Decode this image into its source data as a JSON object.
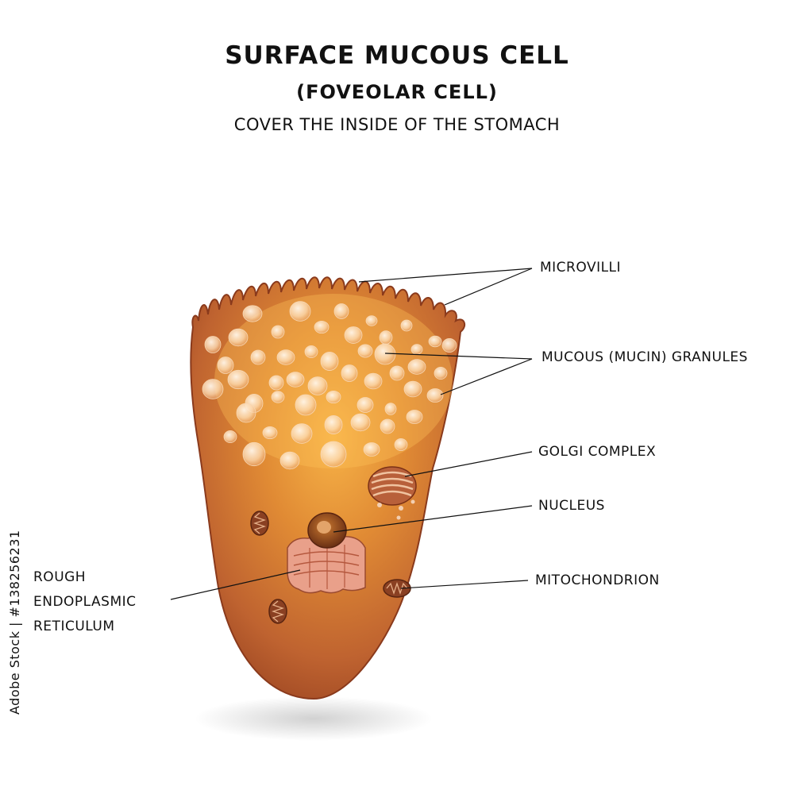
{
  "title": {
    "main": "SURFACE MUCOUS CELL",
    "alt_name": "(FOVEOLAR CELL)",
    "description": "COVER THE INSIDE OF THE STOMACH"
  },
  "labels": {
    "microvilli": "MICROVILLI",
    "mucous_granules": "MUCOUS (MUCIN) GRANULES",
    "golgi": "GOLGI COMPLEX",
    "nucleus": "NUCLEUS",
    "mitochondrion": "MITOCHONDRION",
    "rough_er": [
      "ROUGH",
      "ENDOPLASMIC",
      "RETICULUM"
    ]
  },
  "stock_id": "Adobe Stock | #138256231",
  "colors": {
    "cell_body": "#b85a2e",
    "cell_edge": "#8a3a1c",
    "cytoplasm_glow": "#f2a63a",
    "granule": "#fde3c2",
    "leader_line": "#111111"
  }
}
